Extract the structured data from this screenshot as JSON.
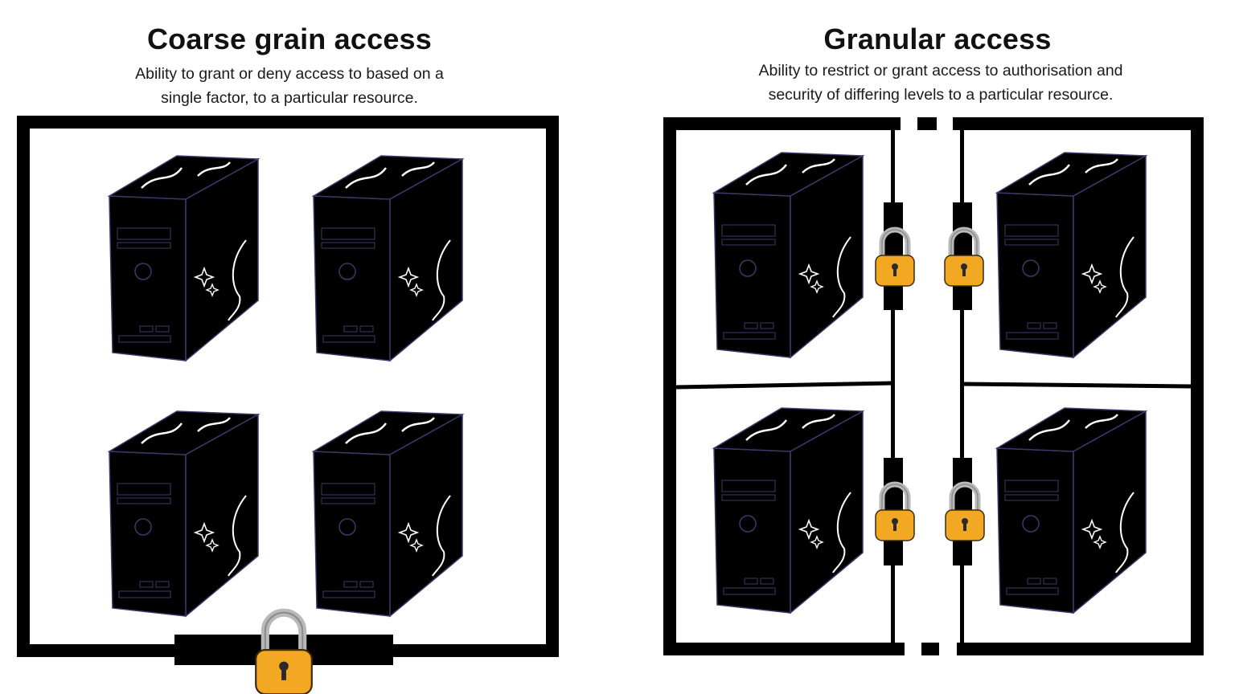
{
  "left": {
    "title": "Coarse grain access",
    "subtitle_line1": "Ability to grant or deny access to based on a",
    "subtitle_line2": "single factor, to a particular resource."
  },
  "right": {
    "title": "Granular access",
    "subtitle_line1": "Ability to restrict  or grant access to authorisation and",
    "subtitle_line2": "security of differing levels to a particular resource."
  },
  "colors": {
    "teal_side": "#4f97aa",
    "teal_top": "#7fd6c2",
    "orange_side": "#f57f1c",
    "orange_top": "#f99a2c",
    "lock_body": "#f2a823",
    "frame": "#000000"
  }
}
